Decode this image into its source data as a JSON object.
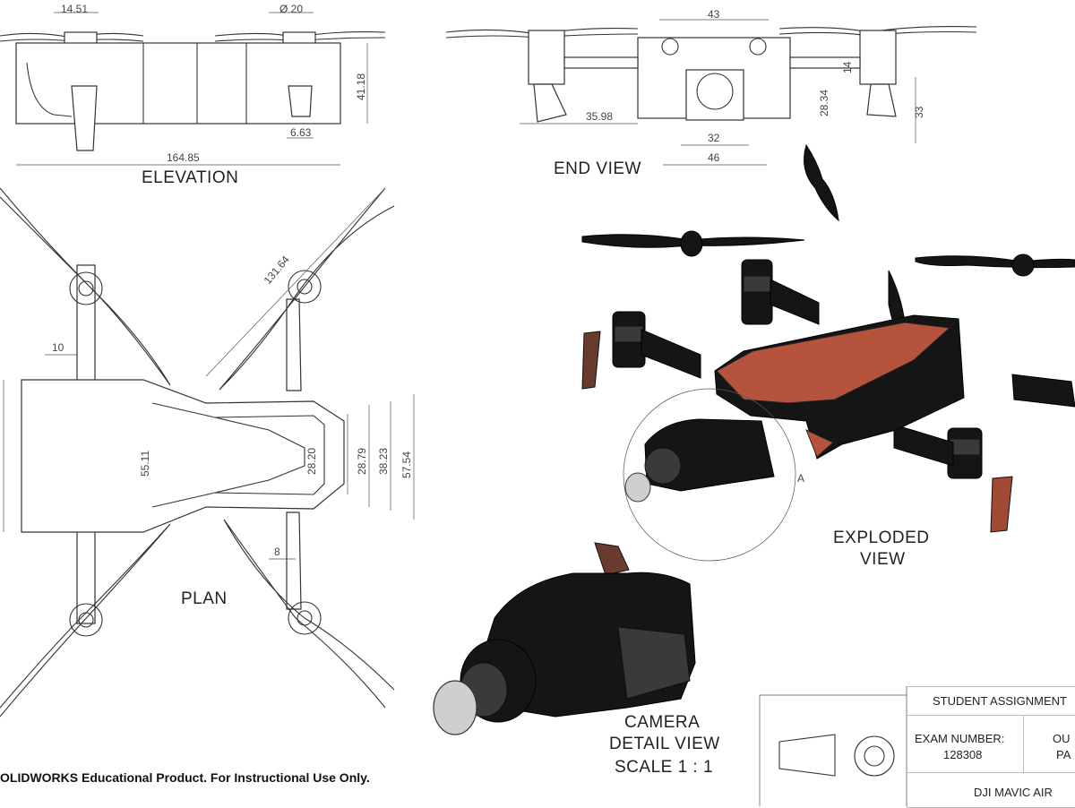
{
  "views": {
    "elevation": "ELEVATION",
    "end_view": "END VIEW",
    "plan": "PLAN",
    "exploded_line1": "EXPLODED",
    "exploded_line2": "VIEW",
    "camera_line1": "CAMERA",
    "camera_line2": "DETAIL VIEW",
    "camera_line3": "SCALE 1 : 1",
    "detail_marker": "A"
  },
  "dimensions": {
    "elevation": [
      "14.51",
      "Ø 20",
      "41.18",
      "6.63",
      "164.85"
    ],
    "end_view": [
      "43",
      "14",
      "28.34",
      "33",
      "35.98",
      "32",
      "46"
    ],
    "plan": [
      "131.64",
      "10",
      "55.11",
      "28.20",
      "28.79",
      "38.23",
      "57.54",
      "8"
    ]
  },
  "footer": "OLIDWORKS Educational Product. For Instructional Use Only.",
  "title_block": {
    "assignment": "STUDENT ASSIGNMENT",
    "exam_label": "EXAM NUMBER:",
    "exam_value": "128308",
    "col2_line1": "OU",
    "col2_line2": "PA",
    "product": "DJI MAVIC AIR"
  },
  "colors": {
    "body_accent": "#b5533c",
    "line": "#333333"
  }
}
